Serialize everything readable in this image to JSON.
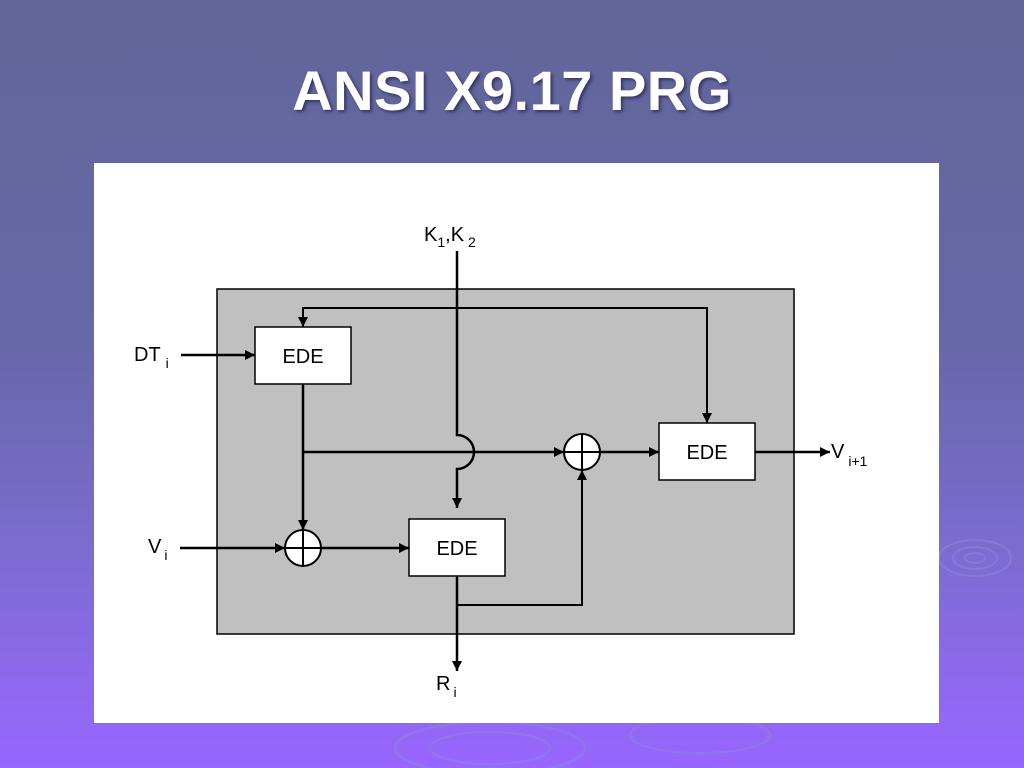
{
  "slide": {
    "title": "ANSI X9.17 PRG"
  },
  "diagram": {
    "key_input": {
      "k1": "K",
      "k1_sub": "1",
      "sep": ",",
      "k2": "K",
      "k2_sub": "2"
    },
    "inputs": {
      "dt": {
        "main": "DT",
        "sub": "i"
      },
      "v": {
        "main": "V",
        "sub": "i"
      }
    },
    "outputs": {
      "r": {
        "main": "R",
        "sub": "i"
      },
      "vnext": {
        "main": "V",
        "sub": "i+1"
      }
    },
    "blocks": {
      "ede_top": "EDE",
      "ede_middle": "EDE",
      "ede_right": "EDE"
    }
  },
  "colors": {
    "slide_bg_top": "#626699",
    "slide_bg_bottom": "#9966ff",
    "box_fill": "#c0c0c0",
    "panel": "#ffffff"
  }
}
